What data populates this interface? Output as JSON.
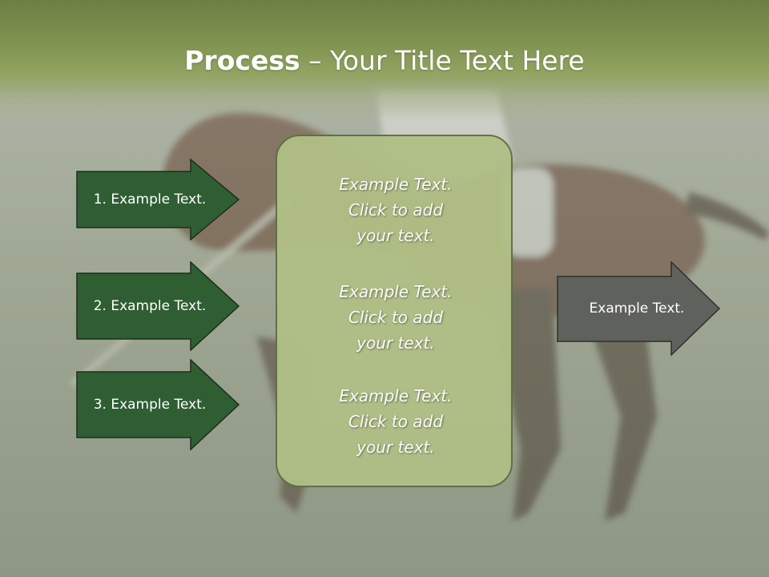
{
  "slide": {
    "title_bold": "Process",
    "title_rest": " – Your Title Text Here",
    "left_arrows": [
      {
        "label": "1. Example Text."
      },
      {
        "label": "2. Example Text."
      },
      {
        "label": "3. Example Text."
      }
    ],
    "center_box": {
      "blocks": [
        {
          "line1": "Example Text.",
          "line2": "Click  to add",
          "line3": "your text."
        },
        {
          "line1": "Example Text.",
          "line2": "Click  to add",
          "line3": "your text."
        },
        {
          "line1": "Example Text.",
          "line2": "Click  to add",
          "line3": "your text."
        }
      ]
    },
    "right_arrow": {
      "label": "Example Text."
    }
  },
  "colors": {
    "title_band": "#7f9250",
    "left_arrow_fill": "#2f5e33",
    "center_box_fill": "#b0bf86",
    "right_arrow_fill": "#5f615c"
  },
  "images": {
    "background": "polo-horse-photo"
  }
}
